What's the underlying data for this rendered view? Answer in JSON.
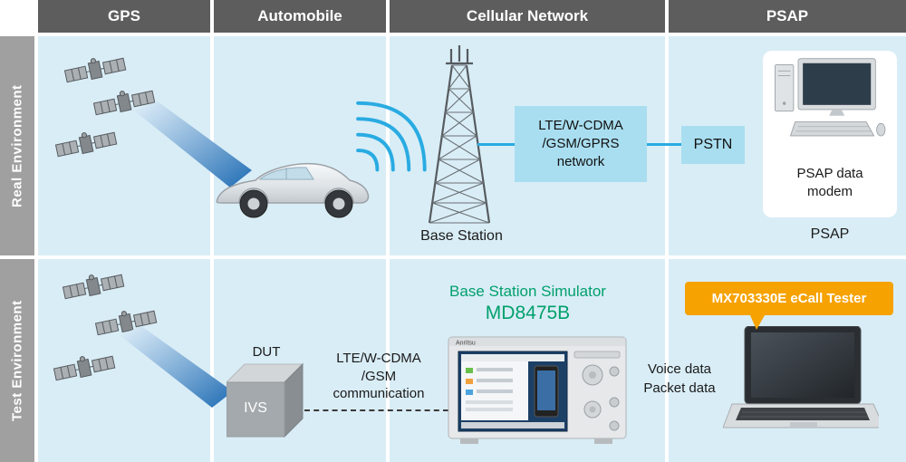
{
  "header": {
    "columns": [
      "GPS",
      "Automobile",
      "Cellular Network",
      "PSAP"
    ]
  },
  "rows": {
    "real_label": "Real Environment",
    "test_label": "Test Environment"
  },
  "real": {
    "base_station": "Base Station",
    "network_box": "LTE/W-CDMA\n/GSM/GPRS\nnetwork",
    "pstn": "PSTN",
    "psap_modem": "PSAP data\nmodem",
    "psap": "PSAP"
  },
  "test": {
    "dut": "DUT",
    "ivs": "IVS",
    "communication": "LTE/W-CDMA\n/GSM\ncommunication",
    "simulator_title": "Base Station Simulator",
    "simulator_model": "MD8475B",
    "io_labels": "Voice data\nPacket data",
    "ecall_tester": "MX703330E eCall Tester",
    "instrument_brand": "Anritsu"
  },
  "colors": {
    "header_bg": "#5d5d5d",
    "row_label_bg": "#a0a0a0",
    "cell_bg": "#d9edf6",
    "network_box_bg": "#a9def0",
    "connector_blue": "#29abe2",
    "anritsu_green": "#00a06c",
    "tester_orange": "#f6a200"
  }
}
